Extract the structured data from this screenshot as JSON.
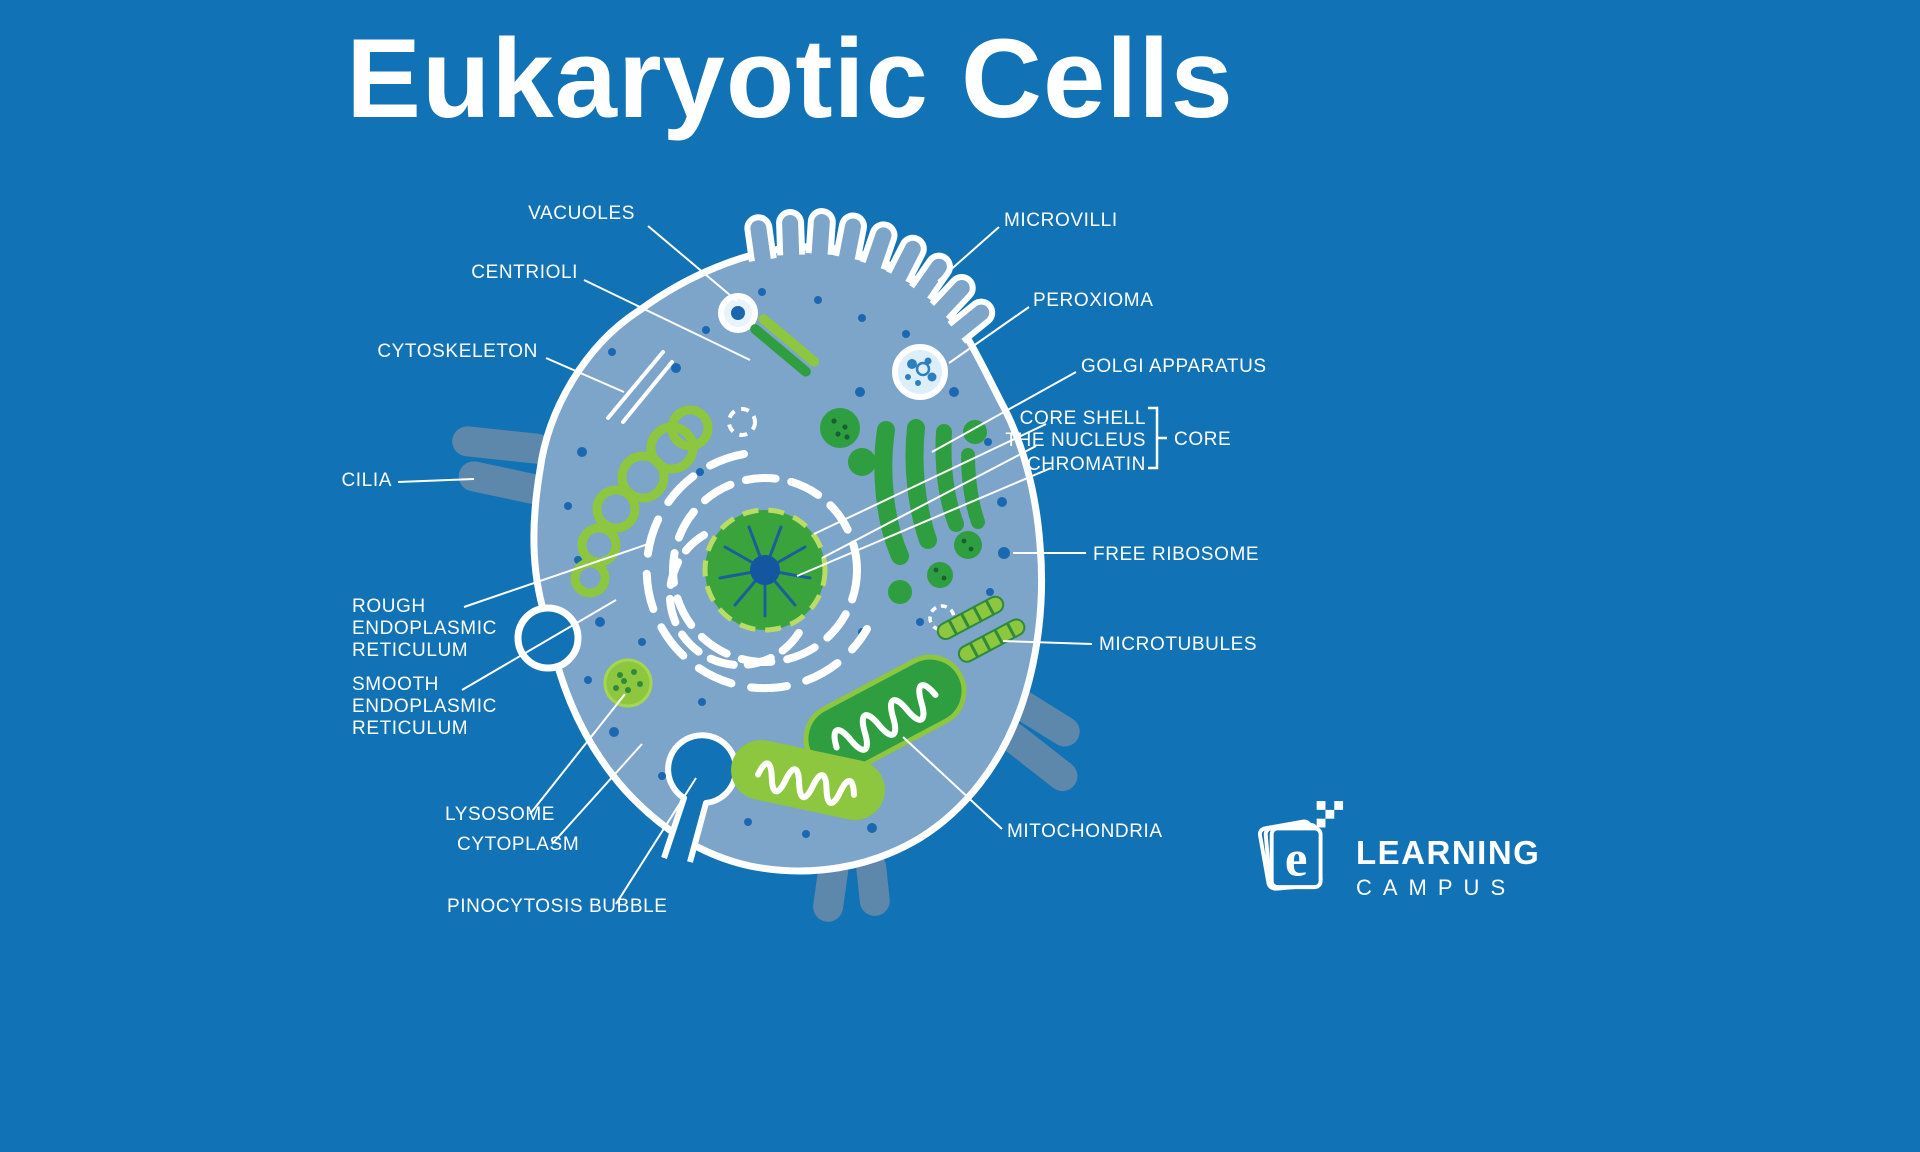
{
  "title": "Eukaryotic Cells",
  "labels": {
    "vacuoles": "VACUOLES",
    "centrioli": "CENTRIOLI",
    "cytoskeleton": "CYTOSKELETON",
    "cilia": "CILIA",
    "rough_er": "ROUGH\nENDOPLASMIC\nRETICULUM",
    "smooth_er": "SMOOTH\nENDOPLASMIC\nRETICULUM",
    "lysosome": "LYSOSOME",
    "cytoplasm": "CYTOPLASM",
    "pinocytosis": "PINOCYTOSIS BUBBLE",
    "microvilli": "MICROVILLI",
    "peroxioma": "PEROXIOMA",
    "golgi": "GOLGI APPARATUS",
    "core_shell": "CORE SHELL",
    "the_nucleus": "THE NUCLEUS",
    "chromatin": "CHROMATIN",
    "core": "CORE",
    "free_ribosome": "FREE RIBOSOME",
    "microtubules": "MICROTUBULES",
    "mitochondria": "MITOCHONDRIA"
  },
  "logo": {
    "letter": "e",
    "line1": "LEARNING",
    "line2": "CAMPUS"
  },
  "colors": {
    "background": "#1172b5",
    "cell_fill": "#7da4c9",
    "membrane": "#ffffff",
    "stub": "#5d87ab",
    "green_dark": "#2f9e41",
    "green_light": "#8dc63f",
    "dot_blue": "#1c68b0",
    "nucleus_center": "#14569f"
  }
}
